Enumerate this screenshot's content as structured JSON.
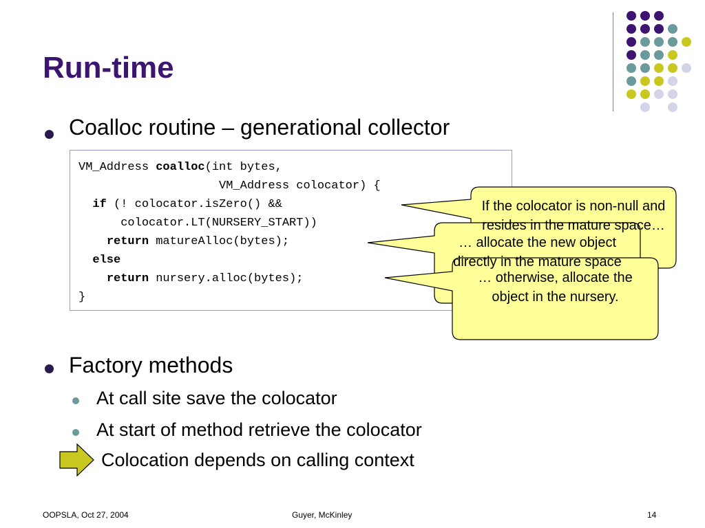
{
  "slide": {
    "title": "Run-time",
    "bullets": {
      "coalloc": "Coalloc routine – generational collector",
      "factory": "Factory methods",
      "sub1": "At call site save the colocator",
      "sub2": "At start of method retrieve the colocator",
      "conclusion": "Colocation depends on calling context"
    },
    "code": {
      "l1_a": "VM_Address ",
      "l1_b": "coalloc",
      "l1_c": "(int bytes,",
      "l2": "                    VM_Address colocator) {",
      "l3_ind": "  ",
      "l3_kw": "if",
      "l3_rest": " (! colocator.isZero() &&",
      "l4": "      colocator.LT(NURSERY_START))",
      "l5_ind": "    ",
      "l5_kw": "return",
      "l5_rest": " matureAlloc(bytes);",
      "l6_ind": "  ",
      "l6_kw": "else",
      "l7_ind": "    ",
      "l7_kw": "return",
      "l7_rest": " nursery.alloc(bytes);",
      "l8": "}"
    },
    "callouts": {
      "c1": "If the colocator is non-null and resides in the mature space…",
      "c2": "… allocate the new object directly in the mature space",
      "c3": "… otherwise, allocate the object in the nursery."
    },
    "footer": {
      "left": "OOPSLA, Oct 27, 2004",
      "center": "Guyer, McKinley",
      "right": "14"
    },
    "colors": {
      "title": "#3d1470",
      "callout_fill": "#ffff99",
      "dot_purple": "#3d1470",
      "dot_teal": "#6a9a9c",
      "dot_yellow": "#c8c820",
      "dot_lavender": "#d4d4e8"
    }
  }
}
